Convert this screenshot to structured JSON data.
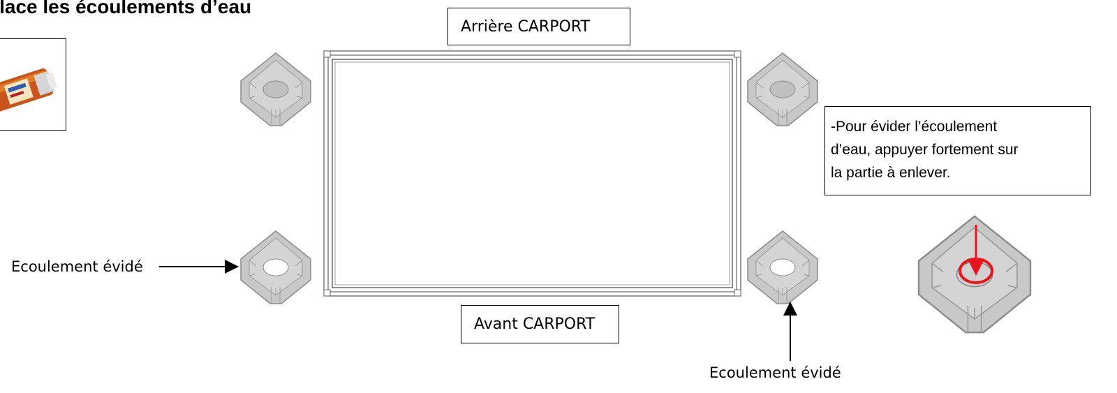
{
  "title": "place les écoulements d’eau",
  "labels": {
    "rear": "Arrière CARPORT",
    "front": "Avant CARPORT",
    "drain_left": "Ecoulement évidé",
    "drain_bottom": "Ecoulement évidé"
  },
  "note": {
    "line1": "-Pour évider l’écoulement",
    "line2": "d’eau, appuyer fortement sur",
    "line3": "la partie à enlever."
  },
  "colors": {
    "corner_fill": "#c8c8c8",
    "corner_stroke": "#8a8a8a",
    "highlight": "#e8131b"
  }
}
